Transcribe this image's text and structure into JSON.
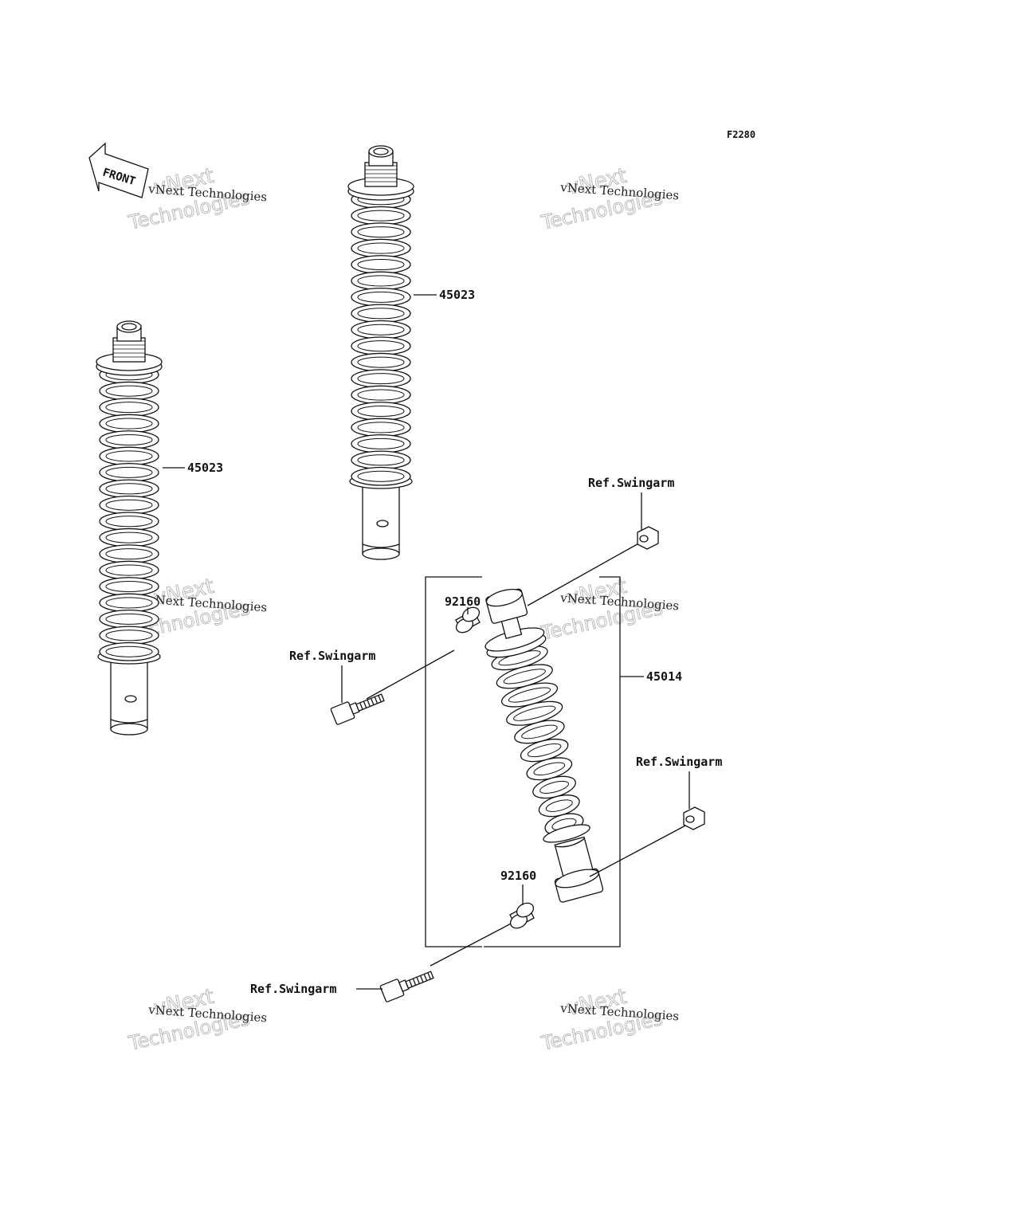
{
  "figure_code": "F2280",
  "front_label": "FRONT",
  "watermark": {
    "line1": "vNext Technologies",
    "line2": "vNext",
    "line3": "Technologies"
  },
  "parts": {
    "shock_rear_left": "45023",
    "shock_rear_right": "45023",
    "shock_front": "45014",
    "bushing_upper": "92160",
    "bushing_lower": "92160"
  },
  "refs": {
    "upper_nut": "Ref.Swingarm",
    "upper_bolt": "Ref.Swingarm",
    "lower_nut": "Ref.Swingarm",
    "lower_bolt": "Ref.Swingarm"
  }
}
